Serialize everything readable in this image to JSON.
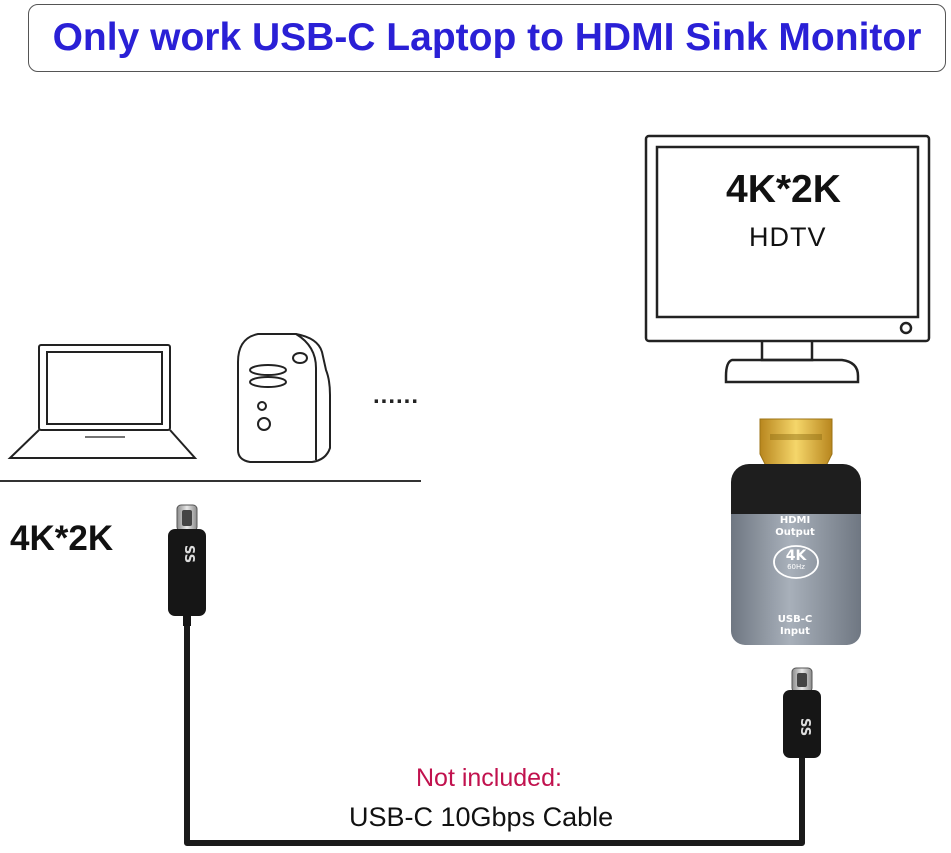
{
  "title": "Only work USB-C Laptop to HDMI Sink Monitor",
  "left_resolution": "4K*2K",
  "tv": {
    "resolution": "4K*2K",
    "label": "HDTV"
  },
  "ellipsis": "......",
  "adapter": {
    "output_label": "HDMI Output",
    "badge_main": "4K",
    "badge_sub": "60Hz",
    "input_label": "USB-C Input"
  },
  "cable": {
    "note": "Not included:",
    "description": "USB-C 10Gbps Cable",
    "ss_logo": "SS"
  },
  "colors": {
    "title": "#2a20d6",
    "note": "#c1124e",
    "adapter_body": "#9098a4",
    "gold": "#e2b73c"
  }
}
